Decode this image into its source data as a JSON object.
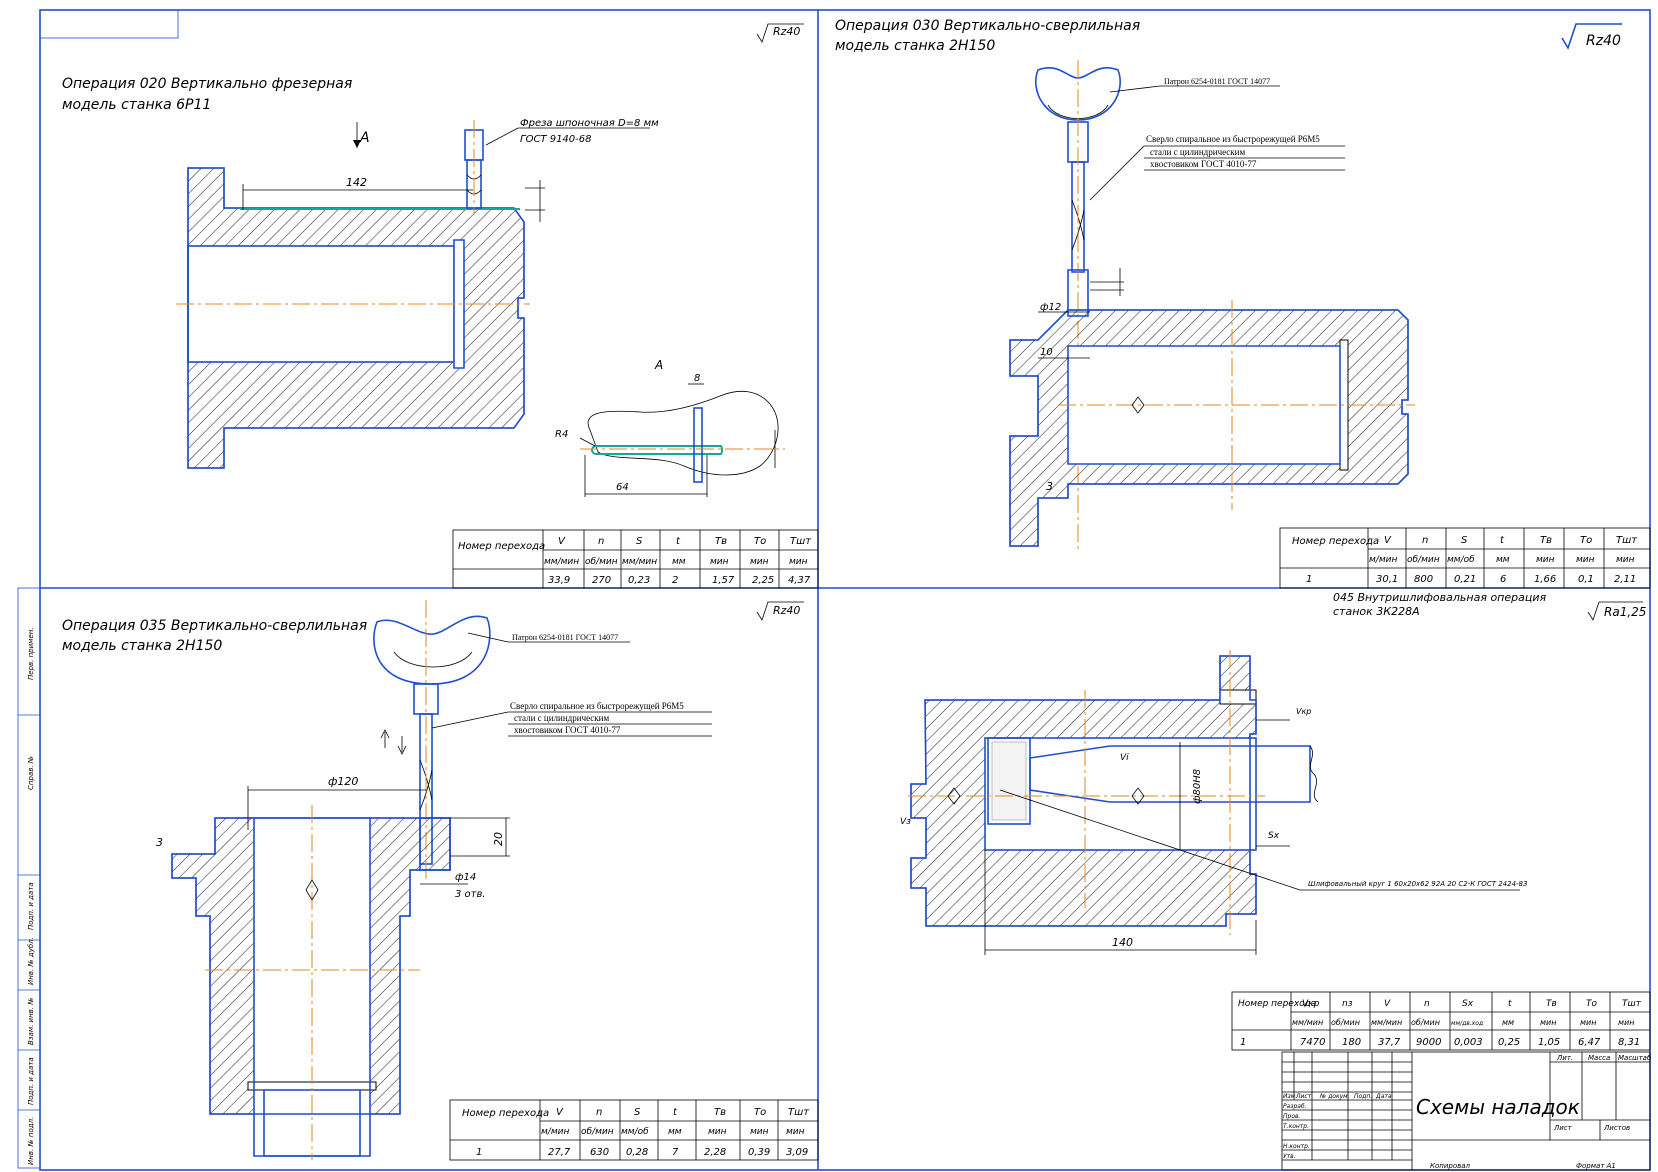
{
  "stamp": {
    "title": "Схемы наладок",
    "format": "Формат   А1",
    "copied": "Копировал"
  },
  "title_block": {
    "row_labels": [
      "Изм.",
      "Лист",
      "№ докум.",
      "Подп.",
      "Дата"
    ],
    "names": [
      "Разраб.",
      "Пров.",
      "Т.контр.",
      "Н.контр.",
      "Утв."
    ],
    "lit": "Лит.",
    "mass": "Масса",
    "scale": "Масштаб",
    "sheet": "Лист",
    "sheets": "Листов"
  },
  "side_stamp": [
    "Перв. примен.",
    "Справ. №",
    "Подп. и дата",
    "Инв. № дубл.",
    "Взам. инв. №",
    "Подп. и дата",
    "Инв. № подл."
  ],
  "op20": {
    "title1": "Операция 020 Вертикально фрезерная",
    "title2": "модель станка 6Р11",
    "rough": "Rz40",
    "tool1": "Фреза шпоночная D=8 мм",
    "tool2": "ГОСТ 9140-68",
    "view": "А",
    "view2": "А",
    "dim142": "142",
    "dimR4": "R4",
    "dim8": "8",
    "dim64": "64",
    "table": {
      "headers": [
        "Номер перехода",
        "V",
        "n",
        "S",
        "t",
        "Тв",
        "То",
        "Тшт"
      ],
      "units": [
        "мм/мин",
        "об/мин",
        "мм/мин",
        "мм",
        "мин",
        "мин",
        "мин"
      ],
      "row": [
        "",
        "33,9",
        "270",
        "0,23",
        "2",
        "1,57",
        "2,25",
        "4,37"
      ]
    }
  },
  "op30": {
    "title1": "Операция 030 Вертикально-сверлильная",
    "title2": "модель станка 2Н150",
    "rough": "Rz40",
    "chuck": "Патрон 6254-0181 ГОСТ 14077",
    "drill1": "Сверло спиральное из быстрорежущей Р6М5",
    "drill2": "стали с цилиндрическим",
    "drill3": "хвостовиком  ГОСТ 4010-77",
    "dimD": "ф12",
    "dim10": "10",
    "dim3": "3",
    "table": {
      "headers": [
        "Номер перехода",
        "V",
        "n",
        "S",
        "t",
        "Тв",
        "То",
        "Тшт"
      ],
      "units": [
        "м/мин",
        "об/мин",
        "мм/об",
        "мм",
        "мин",
        "мин",
        "мин"
      ],
      "row": [
        "1",
        "30,1",
        "800",
        "0,21",
        "6",
        "1,66",
        "0,1",
        "2,11"
      ]
    }
  },
  "op35": {
    "title1": "Операция 035 Вертикально-сверлильная",
    "title2": "модель станка 2Н150",
    "rough": "Rz40",
    "chuck": "Патрон 6254-0181 ГОСТ 14077",
    "drill1": "Сверло спиральное из быстрорежущей Р6М5",
    "drill2": "стали с цилиндрическим",
    "drill3": "хвостовиком  ГОСТ 4010-77",
    "dimD120": "ф120",
    "dim20": "20",
    "dimD14": "ф14",
    "holes": "3 отв.",
    "dim3": "3",
    "table": {
      "headers": [
        "Номер перехода",
        "V",
        "n",
        "S",
        "t",
        "Тв",
        "То",
        "Тшт"
      ],
      "units": [
        "м/мин",
        "об/мин",
        "мм/об",
        "мм",
        "мин",
        "мин",
        "мин"
      ],
      "row": [
        "1",
        "27,7",
        "630",
        "0,28",
        "7",
        "2,28",
        "0,39",
        "3,09"
      ]
    }
  },
  "op45": {
    "title1": "045 Внутришлифовальная операция",
    "title2": "станок 3К228А",
    "rough": "Ra1,25",
    "wheel": "Шлифовальный круг  1 60х20х62 92А 20 С2-К ГОСТ 2424-83",
    "dim140": "140",
    "dimD": "ф80Н8",
    "Vkr": "Vкр",
    "Vz": "Vз",
    "Vi": "Vi",
    "Sx": "Sх",
    "table": {
      "headers": [
        "Номер перехода",
        "Vкр",
        "nз",
        "V",
        "n",
        "Sх",
        "t",
        "Тв",
        "То",
        "Тшт"
      ],
      "units": [
        "мм/мин",
        "об/мин",
        "мм/мин",
        "об/мин",
        "мм/дв.ход",
        "мм",
        "мин",
        "мин",
        "мин"
      ],
      "row": [
        "1",
        "7470",
        "180",
        "37,7",
        "9000",
        "0,003",
        "0,25",
        "1,05",
        "6,47",
        "8,31"
      ]
    }
  }
}
